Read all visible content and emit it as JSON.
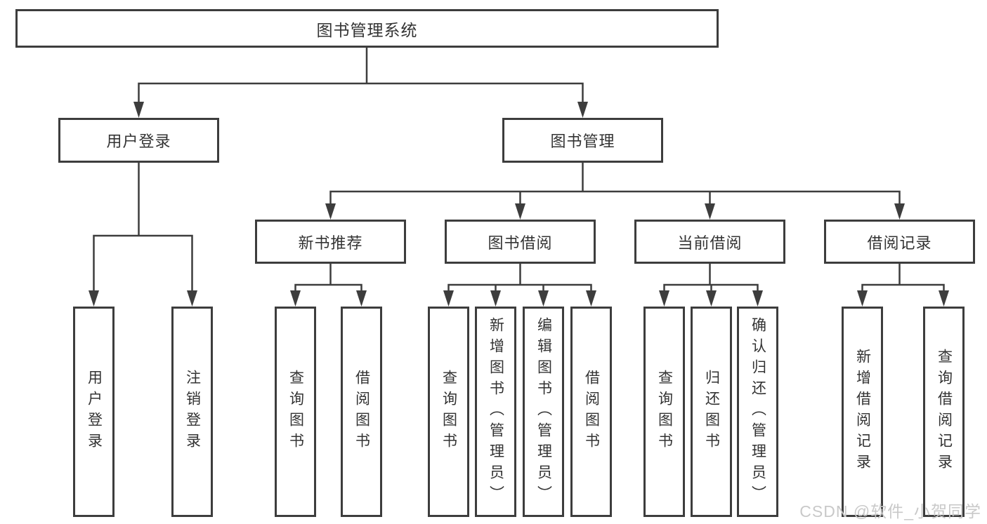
{
  "colors": {
    "line": "#3d3d3d",
    "box_border": "#3d3d3d",
    "box_fill": "#ffffff",
    "text": "#333333",
    "watermark": "#c9c9c9",
    "background": "#ffffff"
  },
  "diagram": {
    "type": "hierarchy-tree",
    "title": "图书管理系统",
    "branches": [
      {
        "label": "用户登录",
        "children": [
          {
            "label": "用户登录"
          },
          {
            "label": "注销登录"
          }
        ]
      },
      {
        "label": "图书管理",
        "children": [
          {
            "label": "新书推荐",
            "children": [
              {
                "label": "查询图书"
              },
              {
                "label": "借阅图书"
              }
            ]
          },
          {
            "label": "图书借阅",
            "children": [
              {
                "label": "查询图书"
              },
              {
                "label": "新增图书（管理员）"
              },
              {
                "label": "编辑图书（管理员）"
              },
              {
                "label": "借阅图书"
              }
            ]
          },
          {
            "label": "当前借阅",
            "children": [
              {
                "label": "查询图书"
              },
              {
                "label": "归还图书"
              },
              {
                "label": "确认归还（管理员）"
              }
            ]
          },
          {
            "label": "借阅记录",
            "children": [
              {
                "label": "新增借阅记录"
              },
              {
                "label": "查询借阅记录"
              }
            ]
          }
        ]
      }
    ]
  },
  "watermark": "CSDN @软件_小贺同学"
}
